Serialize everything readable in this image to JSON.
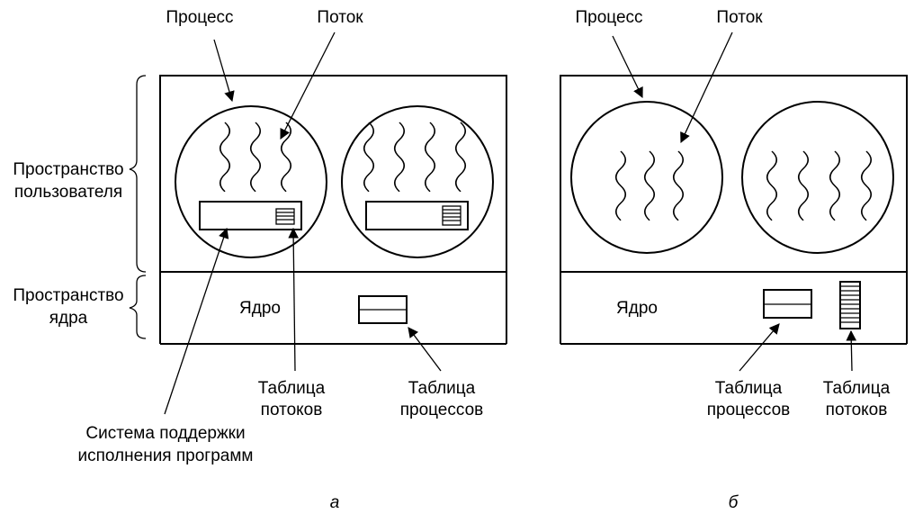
{
  "diagram_a": {
    "label_process": "Процесс",
    "label_thread": "Поток",
    "label_user_space_line1": "Пространство",
    "label_user_space_line2": "пользователя",
    "label_kernel_space_line1": "Пространство",
    "label_kernel_space_line2": "ядра",
    "label_kernel": "Ядро",
    "label_thread_table_line1": "Таблица",
    "label_thread_table_line2": "потоков",
    "label_process_table_line1": "Таблица",
    "label_process_table_line2": "процессов",
    "label_runtime_line1": "Система поддержки",
    "label_runtime_line2": "исполнения программ",
    "caption": "а"
  },
  "diagram_b": {
    "label_process": "Процесс",
    "label_thread": "Поток",
    "label_kernel": "Ядро",
    "label_process_table_line1": "Таблица",
    "label_process_table_line2": "процессов",
    "label_thread_table_line1": "Таблица",
    "label_thread_table_line2": "потоков",
    "caption": "б"
  }
}
